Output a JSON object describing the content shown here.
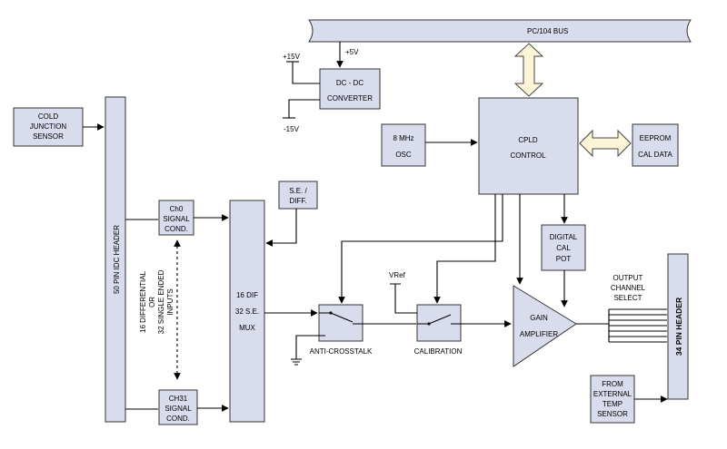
{
  "bus": {
    "label": "PC/104 BUS",
    "supply": "+5V"
  },
  "converter": {
    "line1": "DC - DC",
    "line2": "CONVERTER",
    "pos_rail": "+15V",
    "neg_rail": "-15V"
  },
  "cold_junction": {
    "line1": "COLD",
    "line2": "JUNCTION",
    "line3": "SENSOR"
  },
  "idc_header": {
    "label": "50 PIN IDC HEADER"
  },
  "inputs_note": {
    "line1": "16 DIFFERENTIAL",
    "line2": "OR",
    "line3": "32 SINGLE ENDED",
    "line4": "INPUTS"
  },
  "ch0": {
    "line1": "Ch0",
    "line2": "SIGNAL",
    "line3": "COND."
  },
  "ch31": {
    "line1": "CH31",
    "line2": "SIGNAL",
    "line3": "COND."
  },
  "mux": {
    "line1": "16 DIF",
    "line2": "32 S.E.",
    "line3": "MUX"
  },
  "se_diff": {
    "line1": "S.E. /",
    "line2": "DIFF."
  },
  "osc": {
    "line1": "8 MHz",
    "line2": "OSC"
  },
  "cpld": {
    "line1": "CPLD",
    "line2": "CONTROL"
  },
  "eeprom": {
    "line1": "EEPROM",
    "line2": "CAL DATA"
  },
  "cal_pot": {
    "line1": "DIGITAL",
    "line2": "CAL",
    "line3": "POT"
  },
  "anti_crosstalk": {
    "label": "ANTI-CROSSTALK"
  },
  "calibration": {
    "label": "CALIBRATION",
    "vref": "VRef"
  },
  "amplifier": {
    "line1": "GAIN",
    "line2": "AMPLIFIER"
  },
  "output_select": {
    "line1": "OUTPUT",
    "line2": "CHANNEL",
    "line3": "SELECT"
  },
  "ext_temp": {
    "line1": "FROM",
    "line2": "EXTERNAL",
    "line3": "TEMP",
    "line4": "SENSOR"
  },
  "out_header": {
    "label": "34 PIN HEADER"
  }
}
